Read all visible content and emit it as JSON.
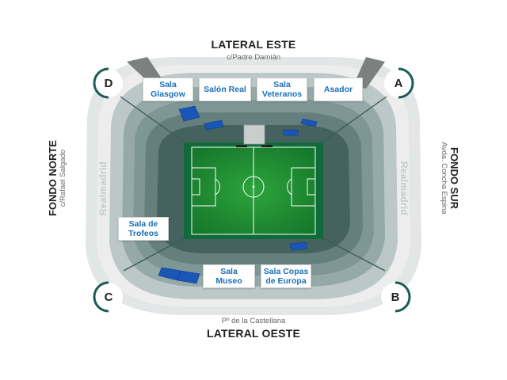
{
  "titles": {
    "este": {
      "name": "LATERAL ESTE",
      "street": "c/Padre Damián"
    },
    "oeste": {
      "name": "LATERAL OESTE",
      "street": "Pº de la Castellana"
    },
    "norte": {
      "name": "FONDO NORTE",
      "street": "c/Rafael Salgado"
    },
    "sur": {
      "name": "FONDO SUR",
      "street": "Avda. Concha Espina"
    }
  },
  "brand": "Realmadrid",
  "rooms": {
    "glasgow": "Sala\nGlasgow",
    "salon_real": "Salón Real",
    "veteranos": "Sala\nVeteranos",
    "asador": "Asador",
    "trofeos": "Sala de\nTrofeos",
    "museo": "Sala\nMuseo",
    "copas_europa": "Sala Copas\nde Europa"
  },
  "gates": {
    "a": "A",
    "b": "B",
    "c": "C",
    "d": "D"
  },
  "colors": {
    "pitch": "#1e8c32",
    "pitch_border": "#0e6b38",
    "stand_dark": "#5a7775",
    "stand_mid": "#7b9593",
    "stand_light": "#a8b8b7",
    "outer_ring": "#e2e5e5",
    "room_text": "#1a6fb8",
    "box_blue": "#1555b8",
    "gate_ring": "#1b5c56"
  }
}
